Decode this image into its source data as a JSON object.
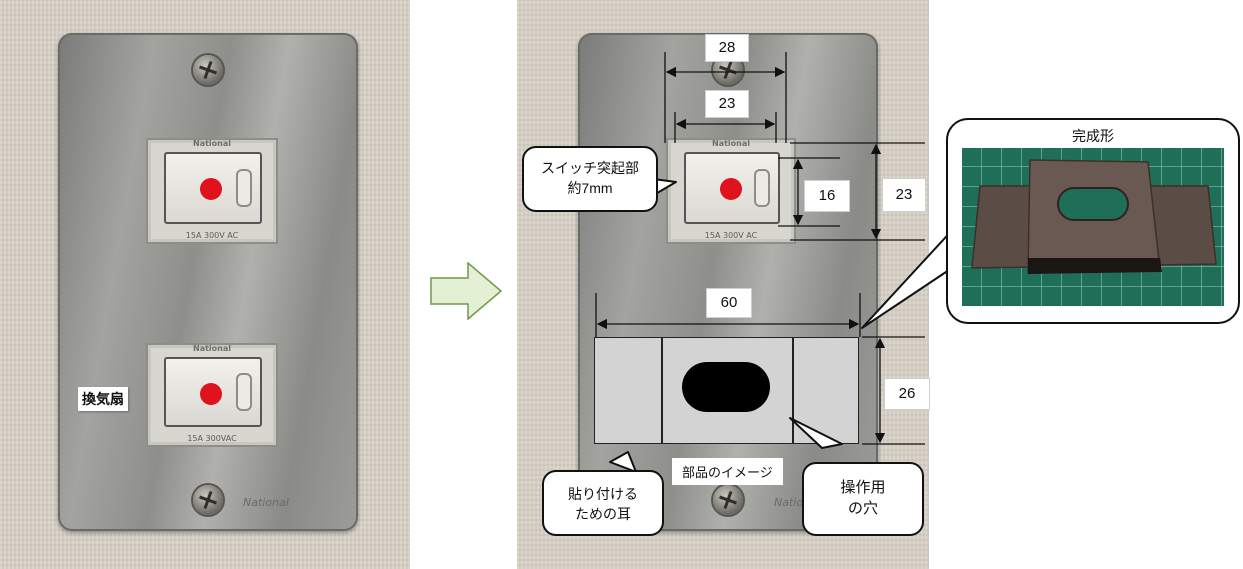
{
  "left_photo": {
    "switch_top": {
      "brand": "National",
      "rating": "15A 300V AC"
    },
    "switch_bottom": {
      "brand": "National",
      "rating": "15A 300VAC"
    },
    "label": "換気扇",
    "plate_brand": "National"
  },
  "right_photo": {
    "dimensions": {
      "d_top_outer": "28",
      "d_top_inner": "23",
      "d_switch_height": "16",
      "d_plate_height": "23",
      "d_part_width": "60",
      "d_part_height": "26"
    },
    "callout_switch": {
      "line1": "スイッチ突起部",
      "line2": "約7mm"
    },
    "callout_ears": {
      "line1": "貼り付ける",
      "line2": "ための耳"
    },
    "callout_hole": {
      "line1": "操作用",
      "line2": "の穴"
    },
    "part_caption": "部品のイメージ",
    "switch_brand": "National",
    "switch_rating": "15A 300V AC",
    "plate_brand": "Nation"
  },
  "finished": {
    "title": "完成形"
  },
  "colors": {
    "arrow_fill": "#e3f0d4",
    "arrow_stroke": "#6f9a4a",
    "part_fill": "#d3d3d3",
    "switch_dot": "#e0121d"
  }
}
